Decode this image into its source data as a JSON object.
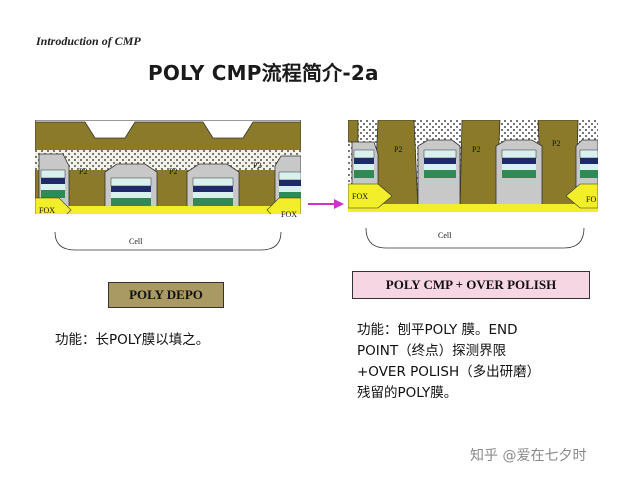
{
  "header": {
    "section": "Introduction of CMP",
    "title": "POLY CMP流程简介-2a"
  },
  "left_panel": {
    "labels": {
      "p2": "P2",
      "fox": "FOX",
      "cell": "Cell"
    },
    "caption": "POLY DEPO",
    "description": "功能：长POLY膜以填之。"
  },
  "right_panel": {
    "labels": {
      "p2": "P2",
      "fox": "FOX",
      "fox_cut": "FO",
      "cell": "Cell"
    },
    "caption": "POLY CMP + OVER POLISH",
    "description_lines": [
      "功能：刨平POLY 膜。END",
      "POINT（终点）探测界限",
      "+OVER POLISH（多出研磨）",
      "残留的POLY膜。"
    ]
  },
  "watermark": "知乎 @爱在七夕时",
  "colors": {
    "poly": "#8a7a2a",
    "gray_top": "#c8c8c8",
    "light_blue": "#d8f0ee",
    "navy": "#1f2a6b",
    "green": "#2f8a55",
    "yellow": "#f2ee2a",
    "tan": "#d8a870",
    "arrow": "#cc33cc",
    "caption_left_bg": "#a99a63",
    "caption_right_bg": "#f7d6e4"
  }
}
